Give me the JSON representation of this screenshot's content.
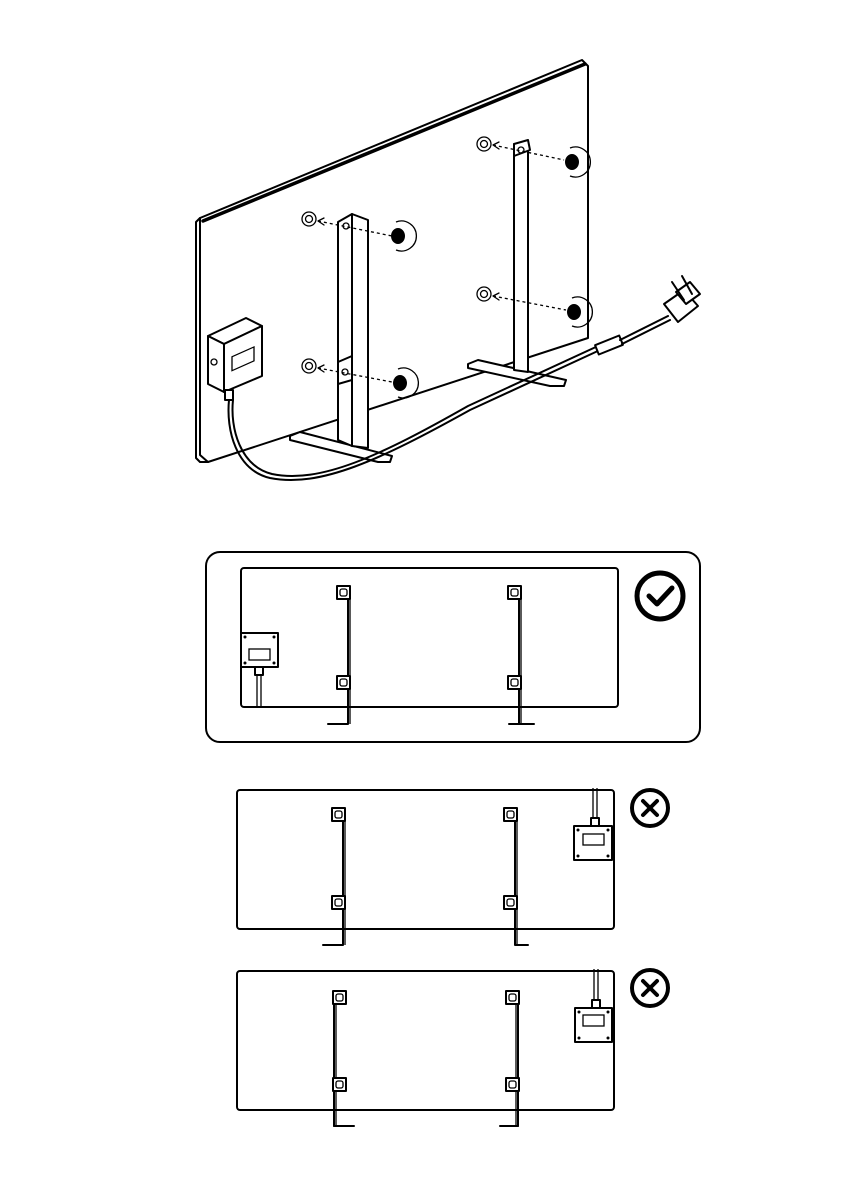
{
  "figure": {
    "main_illustration": "heater-rear-with-feet-assembly",
    "panels": [
      {
        "id": "correct",
        "status": "ok",
        "icon": "check-circle-icon"
      },
      {
        "id": "wrong-1",
        "status": "not-ok",
        "icon": "x-circle-icon"
      },
      {
        "id": "wrong-2",
        "status": "not-ok",
        "icon": "x-circle-icon"
      }
    ]
  }
}
